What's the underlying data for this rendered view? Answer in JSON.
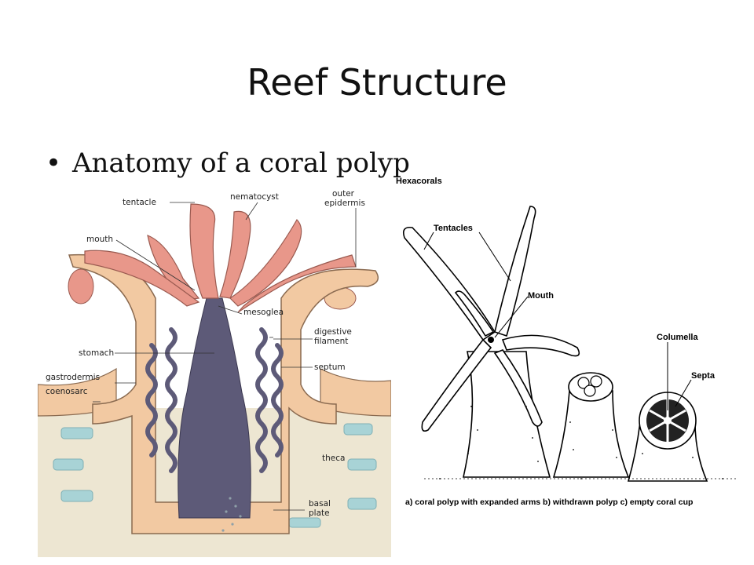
{
  "slide": {
    "title": "Reef Structure",
    "bullet": "Anatomy of a coral polyp",
    "bullet_symbol": "•"
  },
  "left_diagram": {
    "labels": {
      "tentacle": "tentacle",
      "nematocyst": "nematocyst",
      "outer1": "outer",
      "outer2": "epidermis",
      "mouth": "mouth",
      "mesoglea": "mesoglea",
      "digestive1": "digestive",
      "digestive2": "filament",
      "stomach": "stomach",
      "septum": "septum",
      "gastrodermis": "gastrodermis",
      "coenosarc": "coenosarc",
      "theca": "theca",
      "basal1": "basal",
      "basal2": "plate"
    },
    "colors": {
      "tissue": "#f2c9a2",
      "tentacle": "#e8978a",
      "gut": "#5d5a78",
      "skeleton": "#ede6d2",
      "cell": "#a8d3d6"
    }
  },
  "right_diagram": {
    "heading": "Hexacorals",
    "labels": {
      "tentacles": "Tentacles",
      "mouth": "Mouth",
      "columella": "Columella",
      "septa": "Septa"
    },
    "caption": "a) coral polyp with expanded arms  b) withdrawn polyp  c) empty coral cup"
  }
}
